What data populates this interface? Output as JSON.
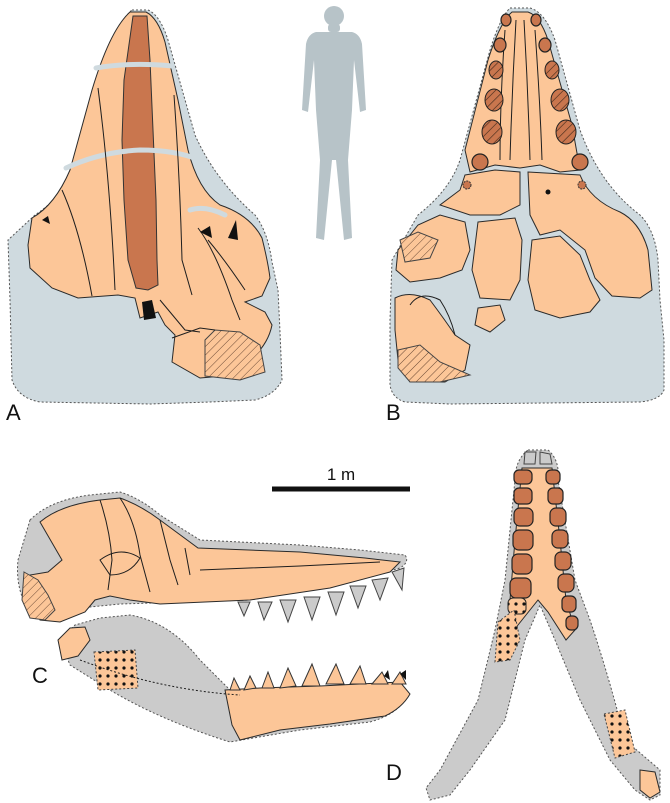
{
  "panels": {
    "a": "A",
    "b": "B",
    "c": "C",
    "d": "D"
  },
  "scale_bar": {
    "label": "1 m"
  },
  "colors": {
    "bone": "#fcc698",
    "reconstructed_skull": "#cfdadf",
    "reconstructed_jaw": "#cbcbcb",
    "vomer_and_alveoli": "#c9764e",
    "human_silhouette": "#b7c3c8"
  }
}
